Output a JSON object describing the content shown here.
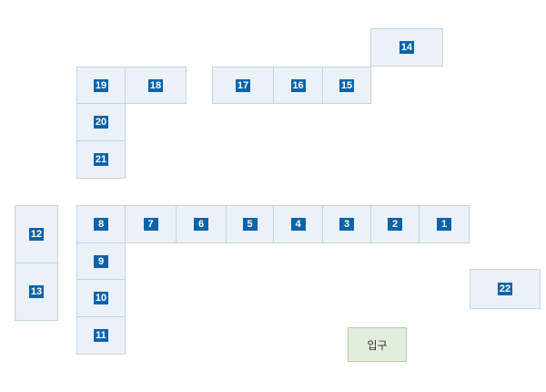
{
  "booths": {
    "b1": "1",
    "b2": "2",
    "b3": "3",
    "b4": "4",
    "b5": "5",
    "b6": "6",
    "b7": "7",
    "b8": "8",
    "b9": "9",
    "b10": "10",
    "b11": "11",
    "b12": "12",
    "b13": "13",
    "b14": "14",
    "b15": "15",
    "b16": "16",
    "b17": "17",
    "b18": "18",
    "b19": "19",
    "b20": "20",
    "b21": "21",
    "b22": "22"
  },
  "entrance_label": "입구",
  "colors": {
    "booth_fill": "#eaf1f9",
    "booth_border": "#c6d3df",
    "badge": "#0b63a8",
    "entrance_fill": "#e1eedb"
  }
}
